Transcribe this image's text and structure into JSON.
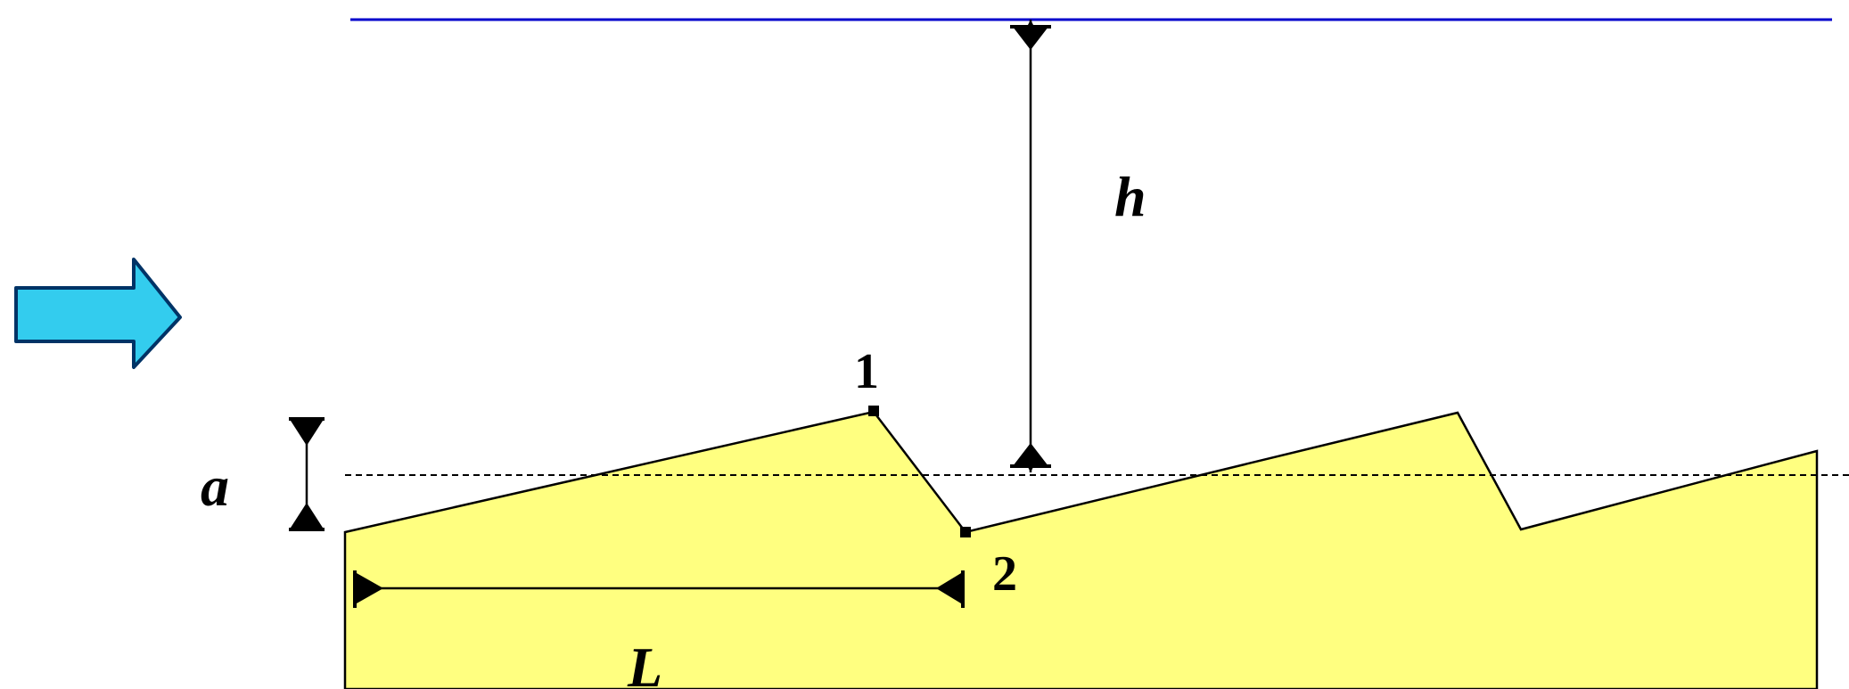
{
  "labels": {
    "h": "h",
    "a": "a",
    "L": "L",
    "point_1": "1",
    "point_2": "2"
  },
  "colors": {
    "background": "#ffffff",
    "surface_fill": "#ffff80",
    "top_boundary_line": "#0000cc",
    "flow_arrow_fill": "#33ccee",
    "flow_arrow_stroke": "#003366",
    "ink": "#000000"
  },
  "icons": {
    "flow_arrow": "flow-direction-arrow-icon"
  }
}
